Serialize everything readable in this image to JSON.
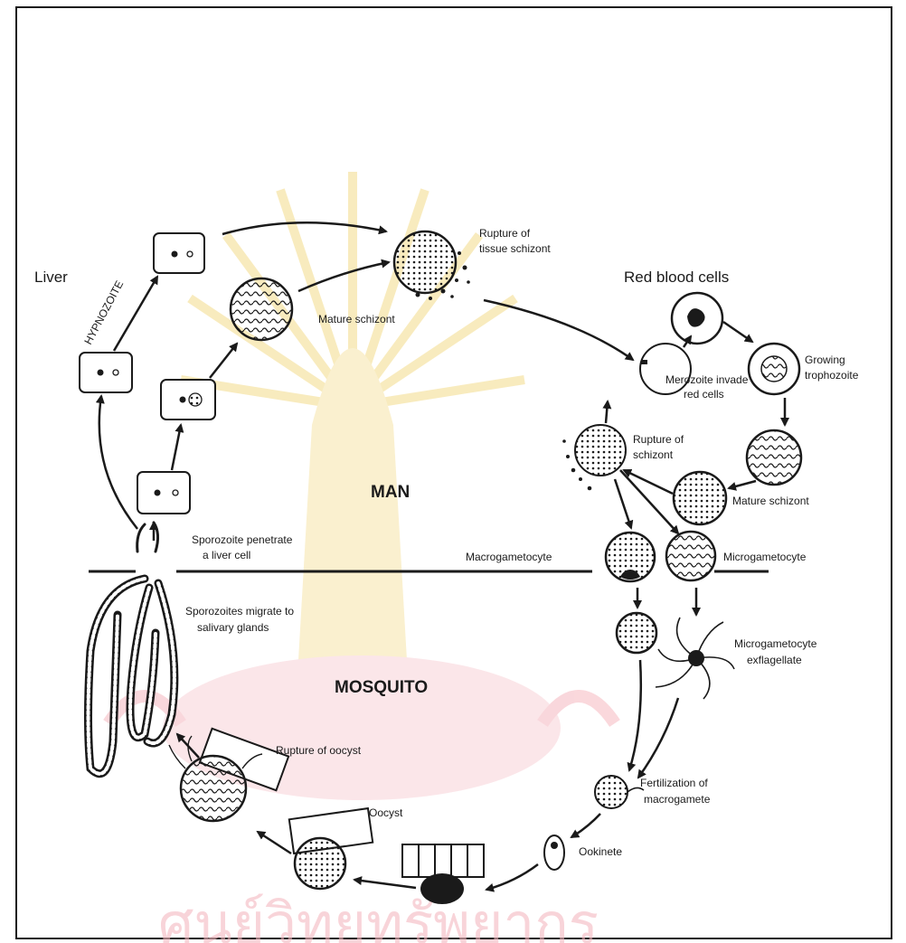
{
  "labels": {
    "liver": "Liver",
    "hypnozoite": "HYPNOZOITE",
    "rupture_tissue_schizont_1": "Rupture of",
    "rupture_tissue_schizont_2": "tissue schizont",
    "mature_schizont_liver": "Mature schizont",
    "red_blood_cells": "Red blood cells",
    "merozoite_invade_1": "Merozoite invade",
    "merozoite_invade_2": "red cells",
    "growing_trophozoite_1": "Growing",
    "growing_trophozoite_2": "trophozoite",
    "rupture_schizont_rbc_1": "Rupture of",
    "rupture_schizont_rbc_2": "schizont",
    "mature_schizont_rbc": "Mature schizont",
    "man": "MAN",
    "sporozoite_penetrate_1": "Sporozoite penetrate",
    "sporozoite_penetrate_2": "a liver cell",
    "macrogametocyte": "Macrogametocyte",
    "microgametocyte": "Microgametocyte",
    "sporozoites_migrate_1": "Sporozoites migrate to",
    "sporozoites_migrate_2": "salivary glands",
    "microgametocyte_exflagellate_1": "Microgametocyte",
    "microgametocyte_exflagellate_2": "exflagellate",
    "mosquito": "MOSQUITO",
    "rupture_oocyst": "Rupture of oocyst",
    "fertilization_1": "Fertilization of",
    "fertilization_2": "macrogamete",
    "oocyst": "Oocyst",
    "ookinete": "Ookinete"
  },
  "watermark": {
    "text": "ศูนย์วิทยทรัพยากร"
  },
  "colors": {
    "ink": "#1a1a1a",
    "watermark_gold": "#f3dc8a",
    "watermark_pink": "#f5b8c0"
  }
}
